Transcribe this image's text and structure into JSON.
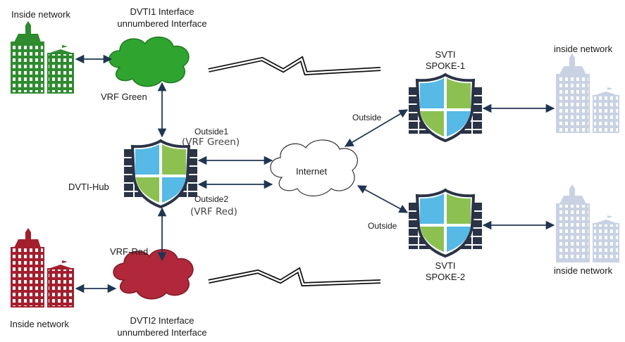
{
  "labels": {
    "inside_network_green": "Inside network",
    "dvti1_line1": "DVTI1 Interface",
    "dvti1_line2": "unnumbered Interface",
    "vrf_green": "VRF Green",
    "outside1": "Outside1",
    "outside1_vrf": "(VRF Green)",
    "dvti_hub": "DVTI-Hub",
    "outside2": "Outside2",
    "outside2_vrf": "(VRF Red)",
    "vrf_red": "VRF-Red",
    "inside_network_red": "Inside network",
    "dvti2_line1": "DVTI2 Interface",
    "dvti2_line2": "unnumbered Interface",
    "internet": "Internet",
    "spoke1_line1": "SVTI",
    "spoke1_line2": "SPOKE-1",
    "spoke1_outside": "Outside",
    "inside_network_spoke1": "inside network",
    "spoke2_line1": "SVTI",
    "spoke2_line2": "SPOKE-2",
    "spoke2_outside": "Outside",
    "inside_network_spoke2": "inside network"
  },
  "colors": {
    "green_building": "#2e8b2e",
    "red_building": "#a31f2e",
    "gray_building": "#c9d2e3",
    "green_cloud": "#2fa52f",
    "red_cloud": "#b0283a",
    "internet_cloud": "#ffffff",
    "link": "#1f3552",
    "shield_blue": "#56b9e6",
    "shield_green": "#8cc152",
    "firewall_dark": "#2b3346"
  },
  "icons": {
    "site_green": "building-icon",
    "site_red": "building-icon",
    "site_spoke": "building-icon",
    "hub": "firewall-shield-icon",
    "spoke": "firewall-shield-icon",
    "clouds": "cloud-icon",
    "wan": "lightning-link-icon"
  }
}
